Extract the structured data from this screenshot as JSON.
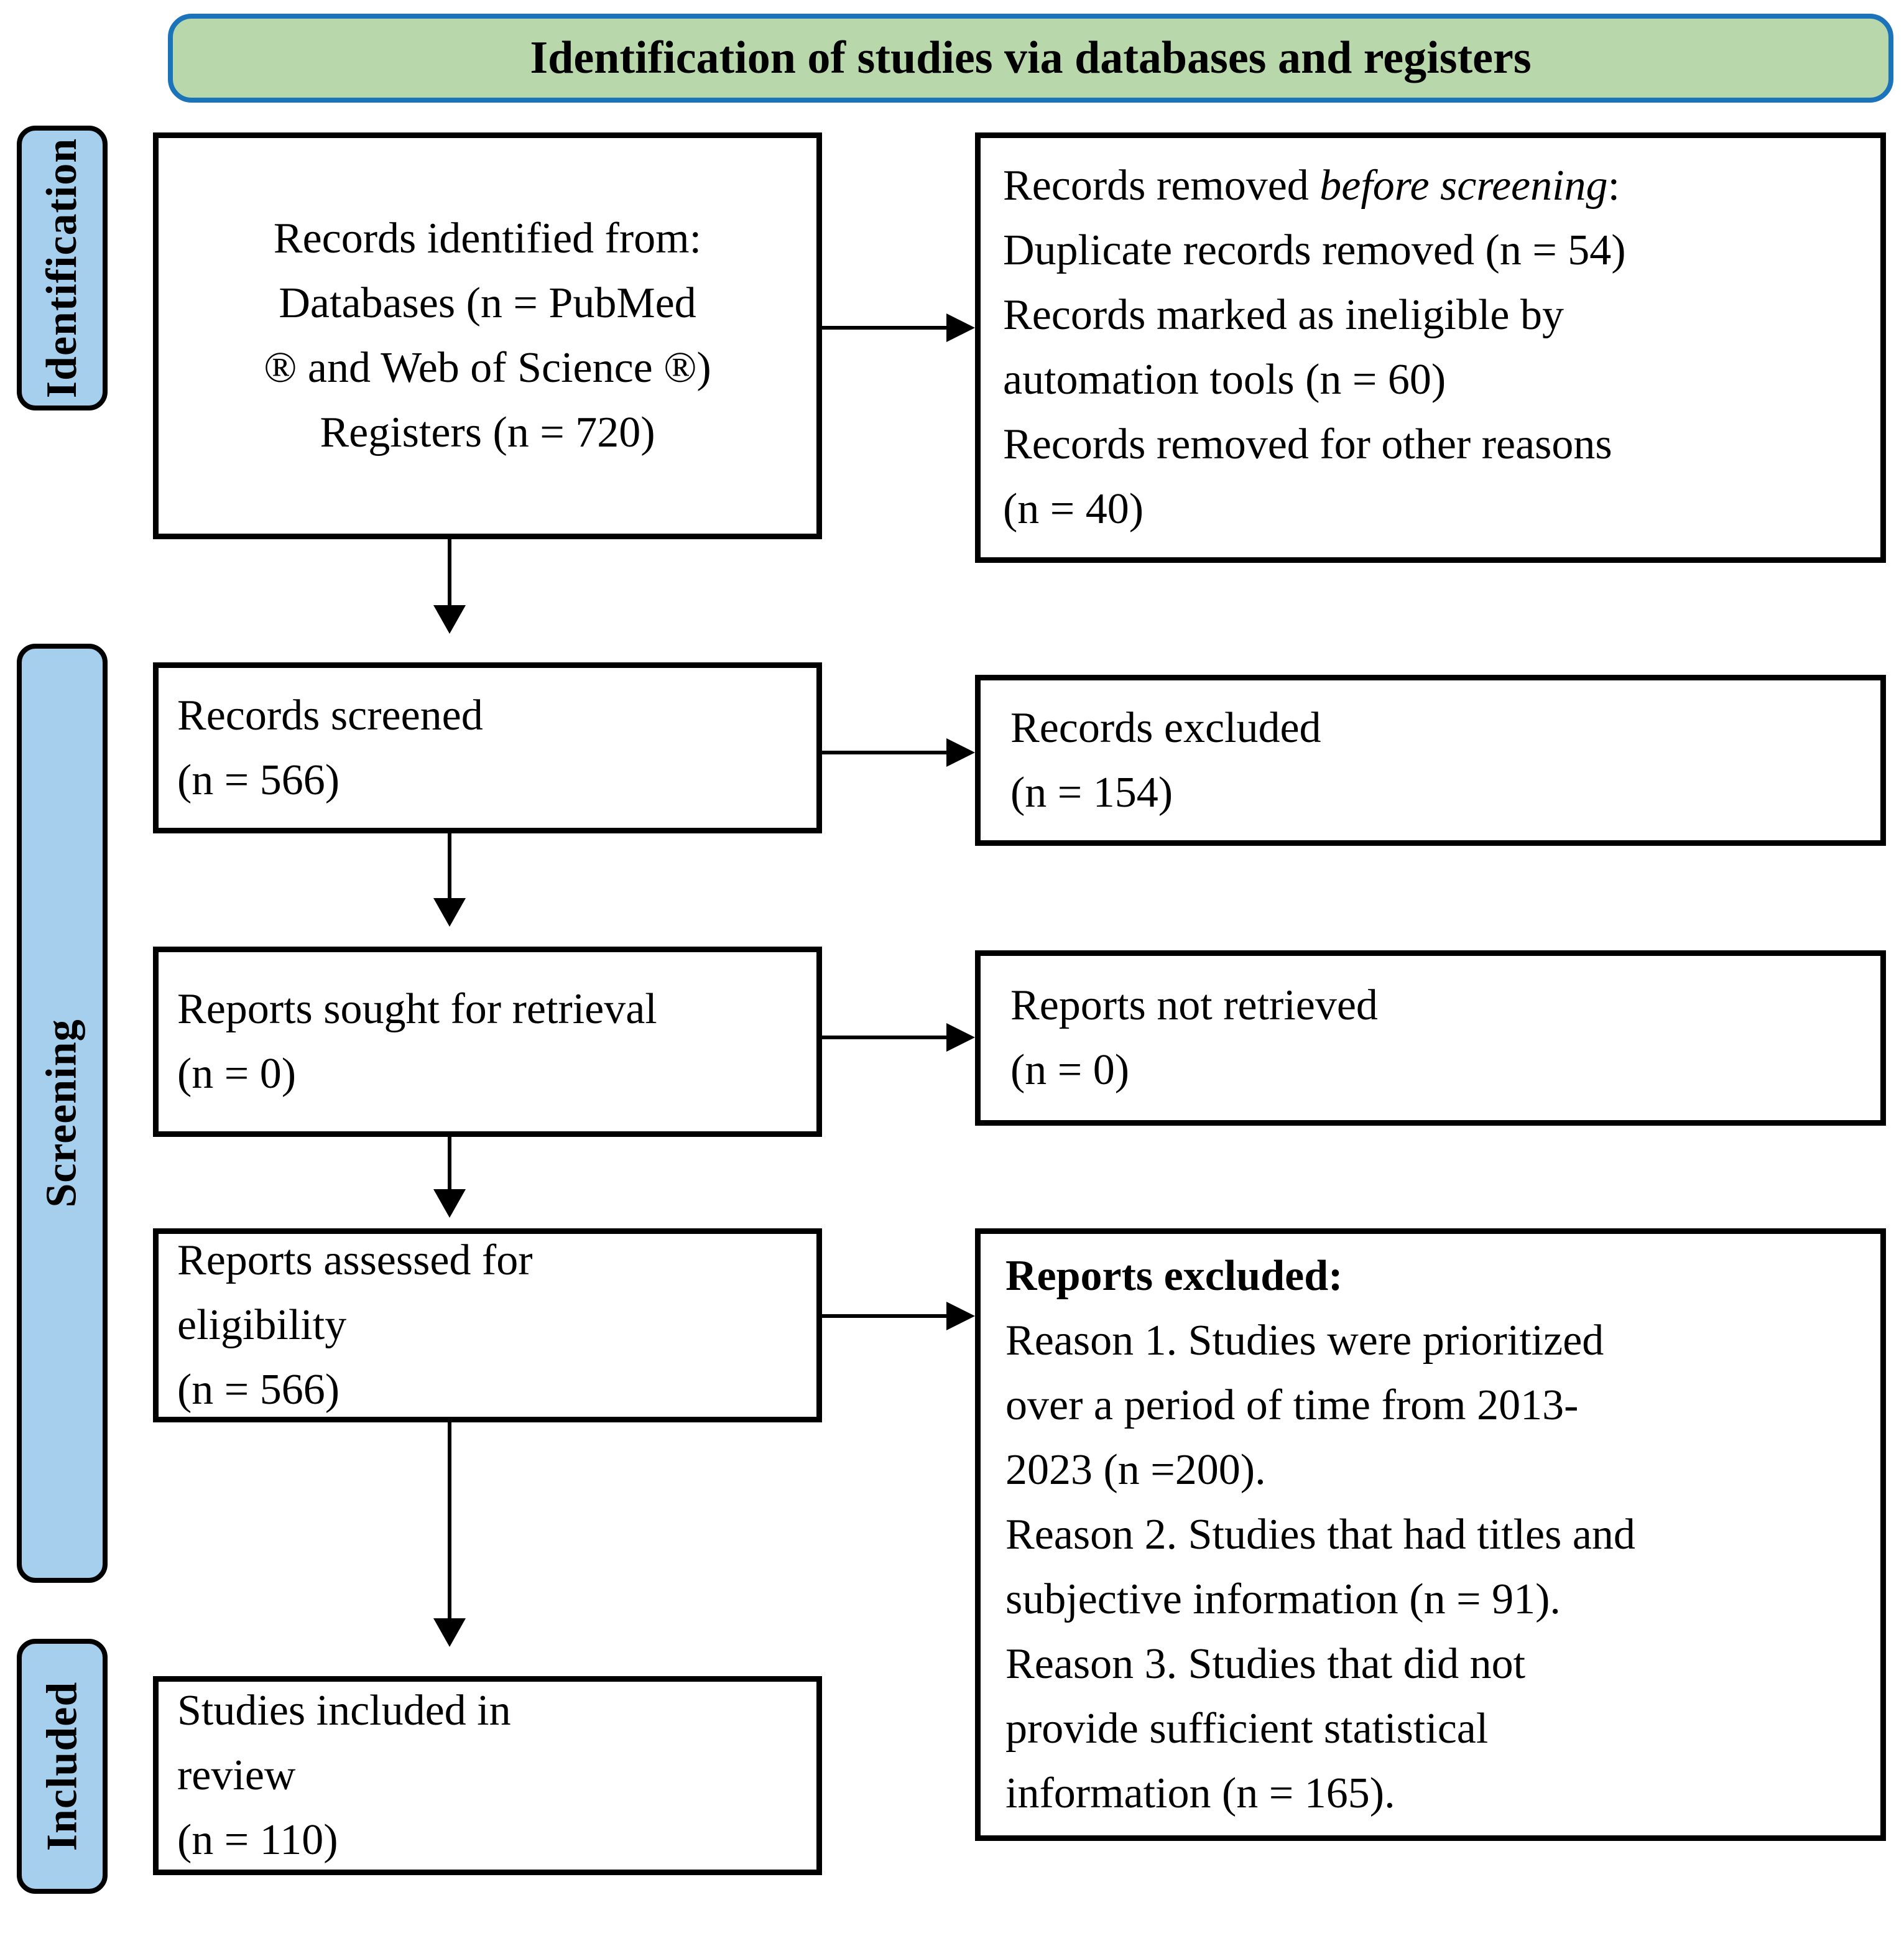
{
  "title": "Identification of studies via databases and registers",
  "colors": {
    "banner_fill": "#b8d7aa",
    "banner_border": "#1b74ba",
    "stage_fill": "#a5cfec",
    "text": "#000000"
  },
  "stages": {
    "identification": "Identification",
    "screening": "Screening",
    "included": "Included"
  },
  "boxes": {
    "records_identified": "Records identified from:\nDatabases (n = PubMed\n® and Web of Science ®)\nRegisters (n = 720)",
    "records_removed": {
      "line1_prefix": "Records removed ",
      "line1_emphasis": "before screening",
      "line1_suffix": ":",
      "rest": "Duplicate records removed (n = 54)\nRecords marked as ineligible by\nautomation tools (n = 60)\nRecords removed for other reasons\n(n = 40)"
    },
    "records_screened": "Records screened\n(n = 566)",
    "records_excluded": "Records excluded\n(n = 154)",
    "reports_sought": "Reports sought for retrieval\n(n = 0)",
    "reports_not_retrieved": "Reports not retrieved\n(n = 0)",
    "reports_assessed": "Reports assessed for\neligibility\n(n = 566)",
    "reports_excluded": {
      "heading": "Reports excluded:",
      "reasons": "Reason 1. Studies were prioritized\nover a period of time from 2013-\n2023 (n =200).\nReason 2. Studies that had titles and\nsubjective information (n = 91).\nReason 3. Studies that did not\nprovide sufficient statistical\ninformation (n = 165)."
    },
    "studies_included": "Studies included in\nreview\n(n = 110)"
  }
}
